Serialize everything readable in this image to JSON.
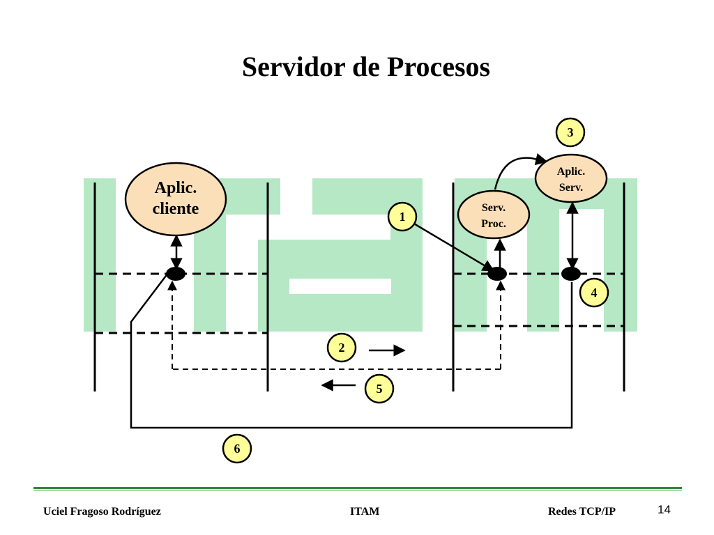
{
  "slide": {
    "title": "Servidor de Procesos"
  },
  "diagram": {
    "nodes": {
      "client_app": [
        "Aplic.",
        "cliente"
      ],
      "process_server": [
        "Serv.",
        "Proc."
      ],
      "server_app": [
        "Aplic.",
        "Serv."
      ]
    },
    "steps": [
      "1",
      "2",
      "3",
      "4",
      "5",
      "6"
    ],
    "colors": {
      "watermark": "#b6e8c6",
      "node_fill": "#fbdfb9",
      "step_fill": "#ffff99",
      "line": "#000000"
    }
  },
  "footer": {
    "author": "Uciel Fragoso Rodríguez",
    "institution": "ITAM",
    "course": "Redes TCP/IP",
    "page": "14"
  }
}
